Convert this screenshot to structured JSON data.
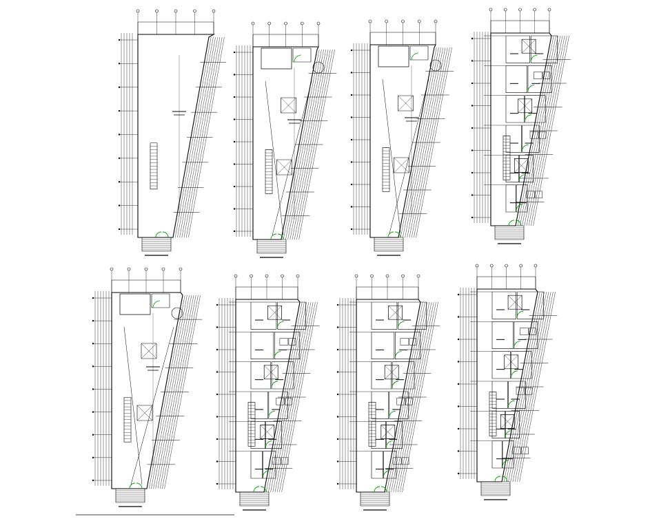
{
  "drawing": {
    "background": "#ffffff",
    "line_color": "#000000",
    "door_color": "#00a000",
    "sheets": [
      {
        "id": "plan-1",
        "role": "basement-parking-plan",
        "has_stair": true,
        "has_ramp_x": false,
        "has_units": false
      },
      {
        "id": "plan-2",
        "role": "ground-floor-plan",
        "has_stair": true,
        "has_ramp_x": true,
        "has_units": false
      },
      {
        "id": "plan-3",
        "role": "ground-floor-plan-variant",
        "has_stair": true,
        "has_ramp_x": true,
        "has_units": false
      },
      {
        "id": "plan-4",
        "role": "typical-floor-plan",
        "has_stair": true,
        "has_ramp_x": false,
        "has_units": true
      },
      {
        "id": "plan-5",
        "role": "mezzanine-parking-plan",
        "has_stair": true,
        "has_ramp_x": true,
        "has_units": false
      },
      {
        "id": "plan-6",
        "role": "typical-floor-plan-a",
        "has_stair": true,
        "has_ramp_x": false,
        "has_units": true
      },
      {
        "id": "plan-7",
        "role": "typical-floor-plan-b",
        "has_stair": true,
        "has_ramp_x": false,
        "has_units": true
      },
      {
        "id": "plan-8",
        "role": "typical-floor-plan-c",
        "has_stair": true,
        "has_ramp_x": false,
        "has_units": true
      }
    ]
  }
}
